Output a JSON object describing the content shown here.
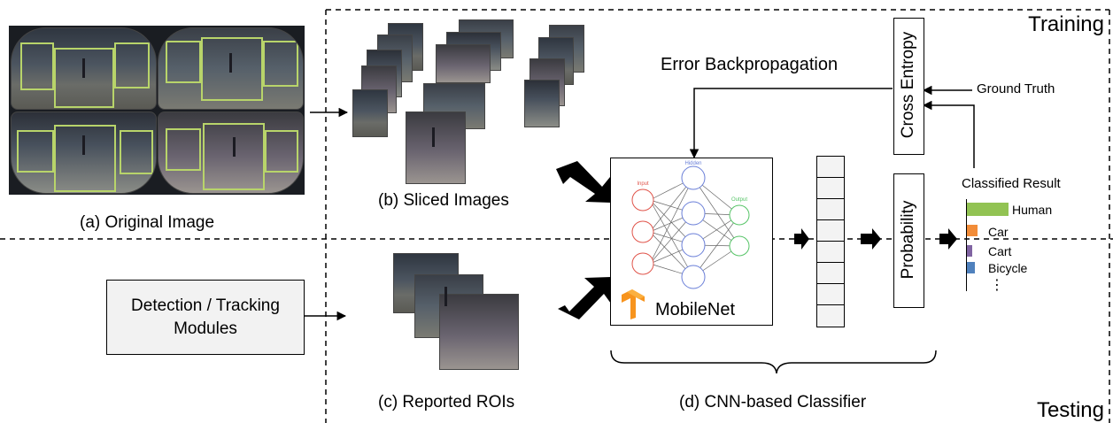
{
  "corners": {
    "training": "Training",
    "testing": "Testing"
  },
  "captions": {
    "a": "(a) Original Image",
    "b": "(b) Sliced Images",
    "c": "(c) Reported ROIs",
    "d": "(d) CNN-based Classifier"
  },
  "detection_box": {
    "line1": "Detection / Tracking",
    "line2": "Modules"
  },
  "error_backprop": "Error Backpropagation",
  "ground_truth": "Ground Truth",
  "cross_entropy": "Cross Entropy",
  "probability": "Probability",
  "network": {
    "name": "MobileNet",
    "layer_labels": {
      "input": "Input",
      "hidden": "Hidden",
      "output": "Output"
    }
  },
  "classified_result": {
    "title": "Classified Result",
    "items": [
      {
        "label": "Human",
        "color": "#92c353"
      },
      {
        "label": "Car",
        "color": "#f28c38"
      },
      {
        "label": "Cart",
        "color": "#8064a2"
      },
      {
        "label": "Bicycle",
        "color": "#4f81bd"
      }
    ],
    "ellipsis": "⋮"
  }
}
